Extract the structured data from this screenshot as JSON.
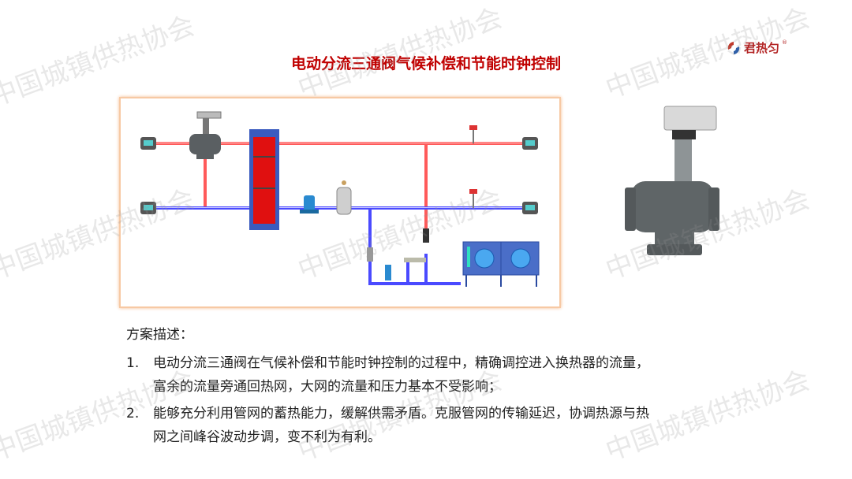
{
  "title": "电动分流三通阀气候补偿和节能时钟控制",
  "logo": {
    "text": "君热匀",
    "reg": "®"
  },
  "watermark": "中国城镇供热协会",
  "description": {
    "heading": "方案描述：",
    "items": [
      {
        "num": "1.",
        "line1": "电动分流三通阀在气候补偿和节能时钟控制的过程中，精确调控进入换热器的流量，",
        "line2": "富余的流量旁通回热网，大网的流量和压力基本不受影响；"
      },
      {
        "num": "2.",
        "line1": "能够充分利用管网的蓄热能力，缓解供需矛盾。克服管网的传输延迟，协调热源与热",
        "line2": "网之间峰谷波动步调，变不利为有利。"
      }
    ]
  },
  "colors": {
    "title": "#c00000",
    "hot_pipe": "#ff4d4d",
    "cold_pipe": "#4a4aff"
  }
}
